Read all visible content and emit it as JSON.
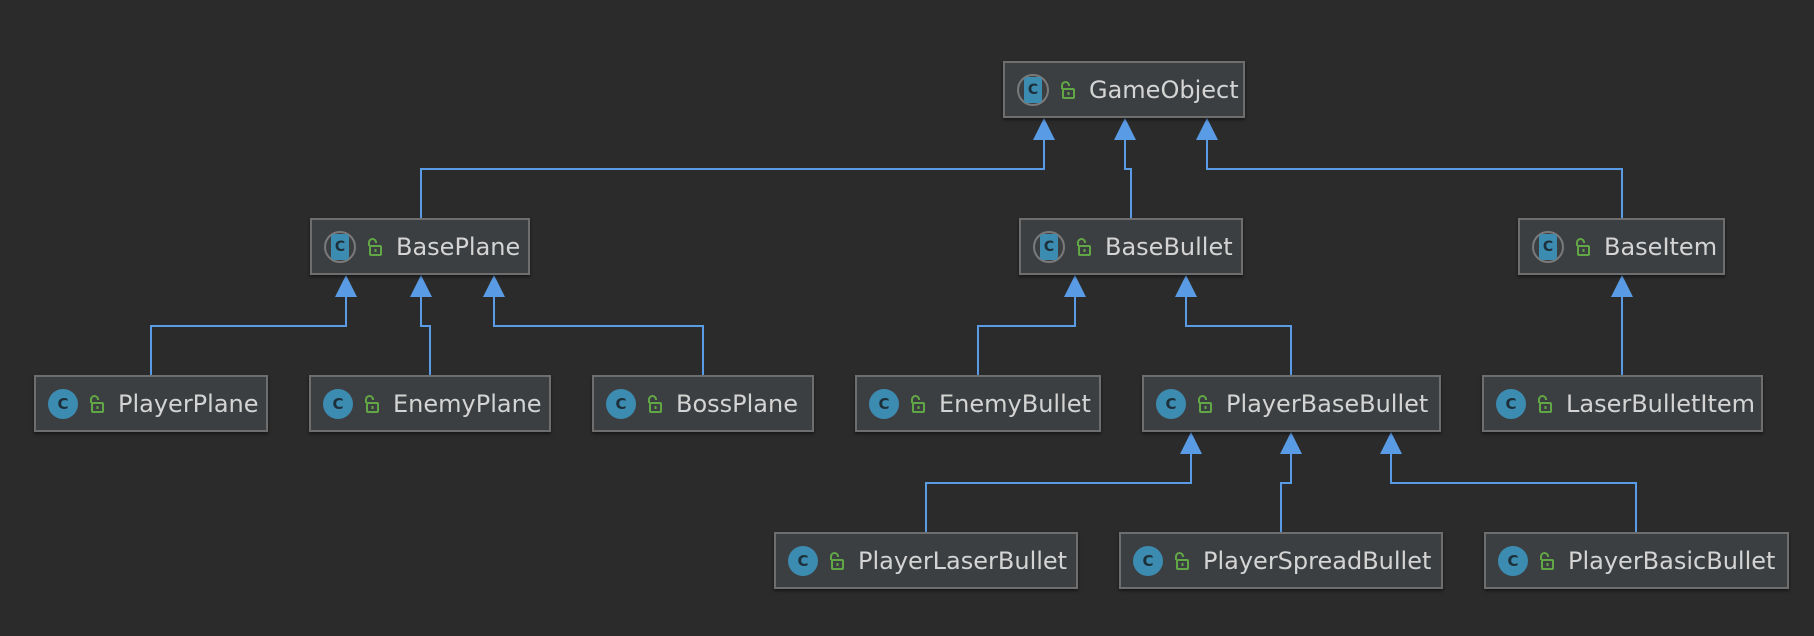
{
  "diagram": {
    "background": "#2b2b2b",
    "edge_color": "#5a9be6",
    "icon_color": "#3c8bb0",
    "lock_color": "#62a745",
    "nodes": [
      {
        "id": "gameobject",
        "label": "GameObject",
        "kind": "abstract"
      },
      {
        "id": "baseplane",
        "label": "BasePlane",
        "kind": "abstract"
      },
      {
        "id": "basebullet",
        "label": "BaseBullet",
        "kind": "abstract"
      },
      {
        "id": "baseitem",
        "label": "BaseItem",
        "kind": "abstract"
      },
      {
        "id": "playerplane",
        "label": "PlayerPlane",
        "kind": "class"
      },
      {
        "id": "enemyplane",
        "label": "EnemyPlane",
        "kind": "class"
      },
      {
        "id": "bossplane",
        "label": "BossPlane",
        "kind": "class"
      },
      {
        "id": "enemybullet",
        "label": "EnemyBullet",
        "kind": "class"
      },
      {
        "id": "playerbasebullet",
        "label": "PlayerBaseBullet",
        "kind": "class"
      },
      {
        "id": "laserbulletitem",
        "label": "LaserBulletItem",
        "kind": "class"
      },
      {
        "id": "playerlaserbullet",
        "label": "PlayerLaserBullet",
        "kind": "class"
      },
      {
        "id": "playerspreadbullet",
        "label": "PlayerSpreadBullet",
        "kind": "class"
      },
      {
        "id": "playerbasicbullet",
        "label": "PlayerBasicBullet",
        "kind": "class"
      }
    ],
    "edges": [
      {
        "from": "baseplane",
        "to": "gameobject"
      },
      {
        "from": "basebullet",
        "to": "gameobject"
      },
      {
        "from": "baseitem",
        "to": "gameobject"
      },
      {
        "from": "playerplane",
        "to": "baseplane"
      },
      {
        "from": "enemyplane",
        "to": "baseplane"
      },
      {
        "from": "bossplane",
        "to": "baseplane"
      },
      {
        "from": "enemybullet",
        "to": "basebullet"
      },
      {
        "from": "playerbasebullet",
        "to": "basebullet"
      },
      {
        "from": "laserbulletitem",
        "to": "baseitem"
      },
      {
        "from": "playerlaserbullet",
        "to": "playerbasebullet"
      },
      {
        "from": "playerspreadbullet",
        "to": "playerbasebullet"
      },
      {
        "from": "playerbasicbullet",
        "to": "playerbasebullet"
      }
    ]
  }
}
